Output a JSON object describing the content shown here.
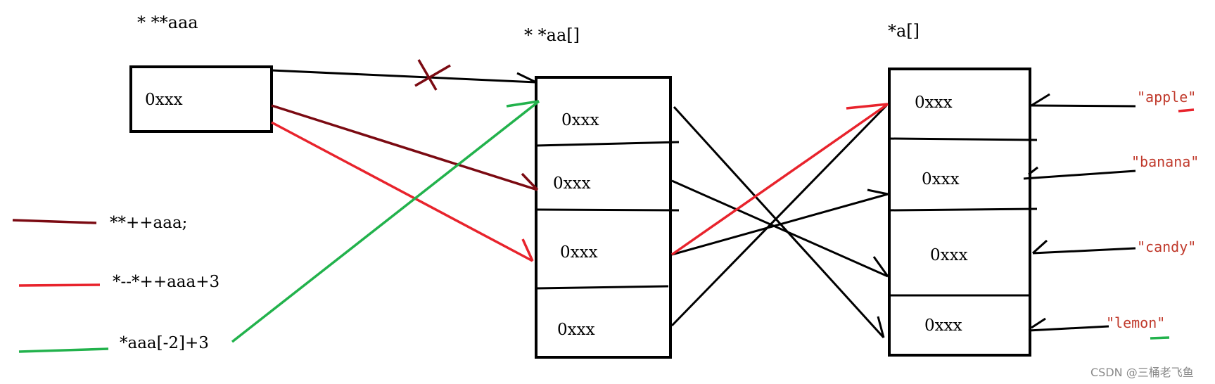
{
  "labels": {
    "aaa": "* **aaa",
    "aa": "* *aa[]",
    "a": "*a[]"
  },
  "cells": {
    "aaa": "0xxx",
    "aa": [
      "0xxx",
      "0xxx",
      "0xxx",
      "0xxx"
    ],
    "a": [
      "0xxx",
      "0xxx",
      "0xxx",
      "0xxx"
    ]
  },
  "strings": [
    "\"apple\"",
    "\"banana\"",
    "\"candy\"",
    "\"lemon\""
  ],
  "legend": [
    {
      "text": "**++aaa;",
      "color": "#7b0a12"
    },
    {
      "text": "*--*++aaa+3",
      "color": "#e8232c"
    },
    {
      "text": "*aaa[-2]+3",
      "color": "#22b24c"
    }
  ],
  "watermark": "CSDN @三桶老飞鱼",
  "colors": {
    "dark_red": "#7b0a12",
    "red": "#e8232c",
    "green": "#22b24c",
    "black": "#000000"
  }
}
